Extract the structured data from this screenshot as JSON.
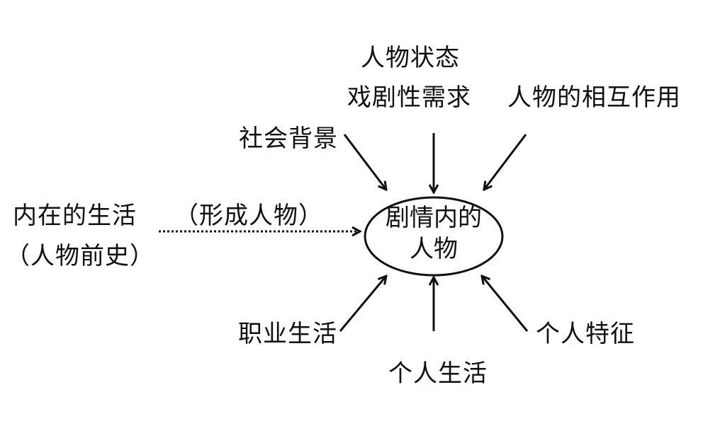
{
  "center": {
    "line1": "剧情内的",
    "line2": "人物"
  },
  "labels": {
    "character_state": "人物状态",
    "dramatic_need": "戏剧性需求",
    "interaction": "人物的相互作用",
    "social_background": "社会背景",
    "inner_life": "内在的生活",
    "backstory": "（人物前史）",
    "forming_character": "（形成人物）",
    "professional_life": "职业生活",
    "personal_life": "个人生活",
    "personal_traits": "个人特征"
  }
}
